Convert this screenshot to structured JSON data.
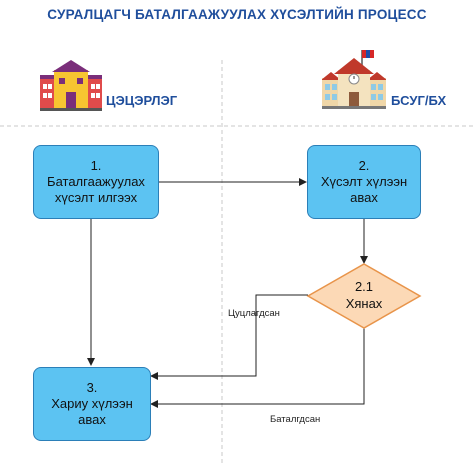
{
  "title": "СУРАЛЦАГЧ БАТАЛГААЖУУЛАХ ХҮСЭЛТИЙН ПРОЦЕСС",
  "lanes": {
    "left": {
      "label": "ЦЭЦЭРЛЭГ",
      "icon": "kindergarten-building-icon"
    },
    "right": {
      "label": "БСУГ/БХ",
      "icon": "school-building-with-flag-icon"
    }
  },
  "nodes": {
    "n1": {
      "number": "1.",
      "line1": "Баталгаажуулах",
      "line2": "хүсэлт илгээх"
    },
    "n2": {
      "number": "2.",
      "line1": "Хүсэлт хүлээн",
      "line2": "авах"
    },
    "n21": {
      "number": "2.1",
      "line1": "Хянах"
    },
    "n3": {
      "number": "3.",
      "line1": "Хариу хүлээн",
      "line2": "авах"
    }
  },
  "edge_labels": {
    "rejected": "Цуцлагдсан",
    "approved": "Баталгдсан"
  },
  "colors": {
    "title": "#1f4e9c",
    "process_box": "#5cc3f2",
    "process_border": "#2b7fb8",
    "decision": "#fcd9b6",
    "decision_border": "#e8944a",
    "arrow": "#222222",
    "divider": "#c8c8c8"
  }
}
